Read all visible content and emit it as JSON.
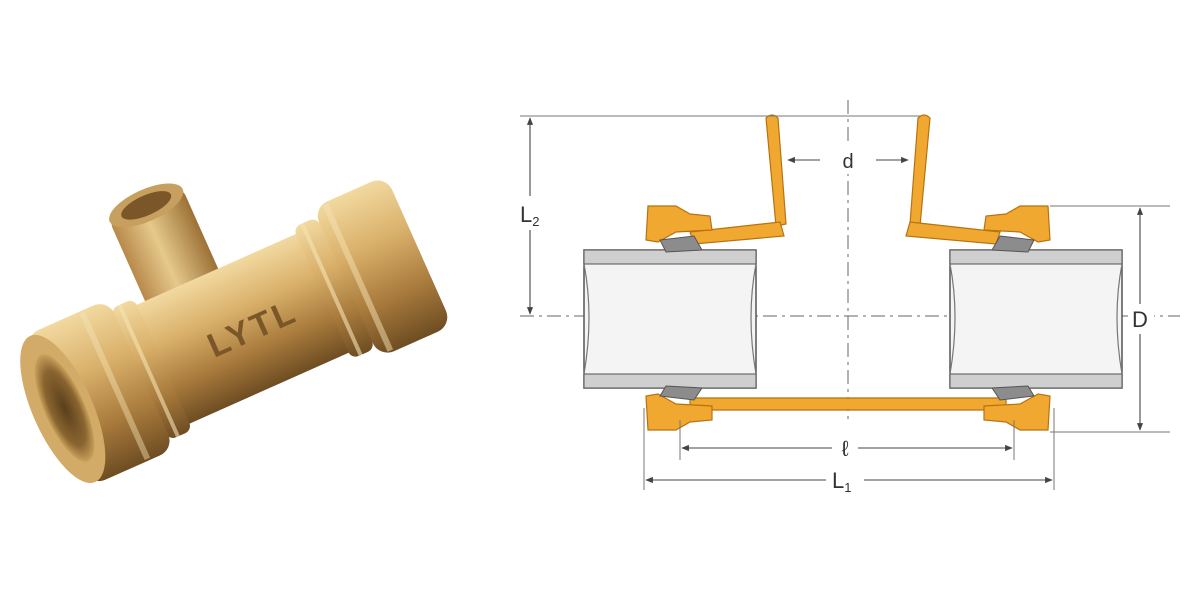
{
  "photo": {
    "logo_text": "LYTL",
    "colors": {
      "brass_light": "#e8c98a",
      "brass_mid": "#c9a15a",
      "brass_dark": "#8a6530",
      "brass_shadow": "#5e4320"
    }
  },
  "diagram": {
    "labels": {
      "d": "d",
      "L2_main": "L",
      "L2_sub": "2",
      "D": "D",
      "l": "ℓ",
      "L1_main": "L",
      "L1_sub": "1"
    },
    "colors": {
      "fitting": "#f0a830",
      "fitting_dark": "#b8720f",
      "pipe": "#efefef",
      "pipe_wall": "#c8c8c8",
      "seal": "#8c8c8c",
      "line": "#555555"
    }
  }
}
